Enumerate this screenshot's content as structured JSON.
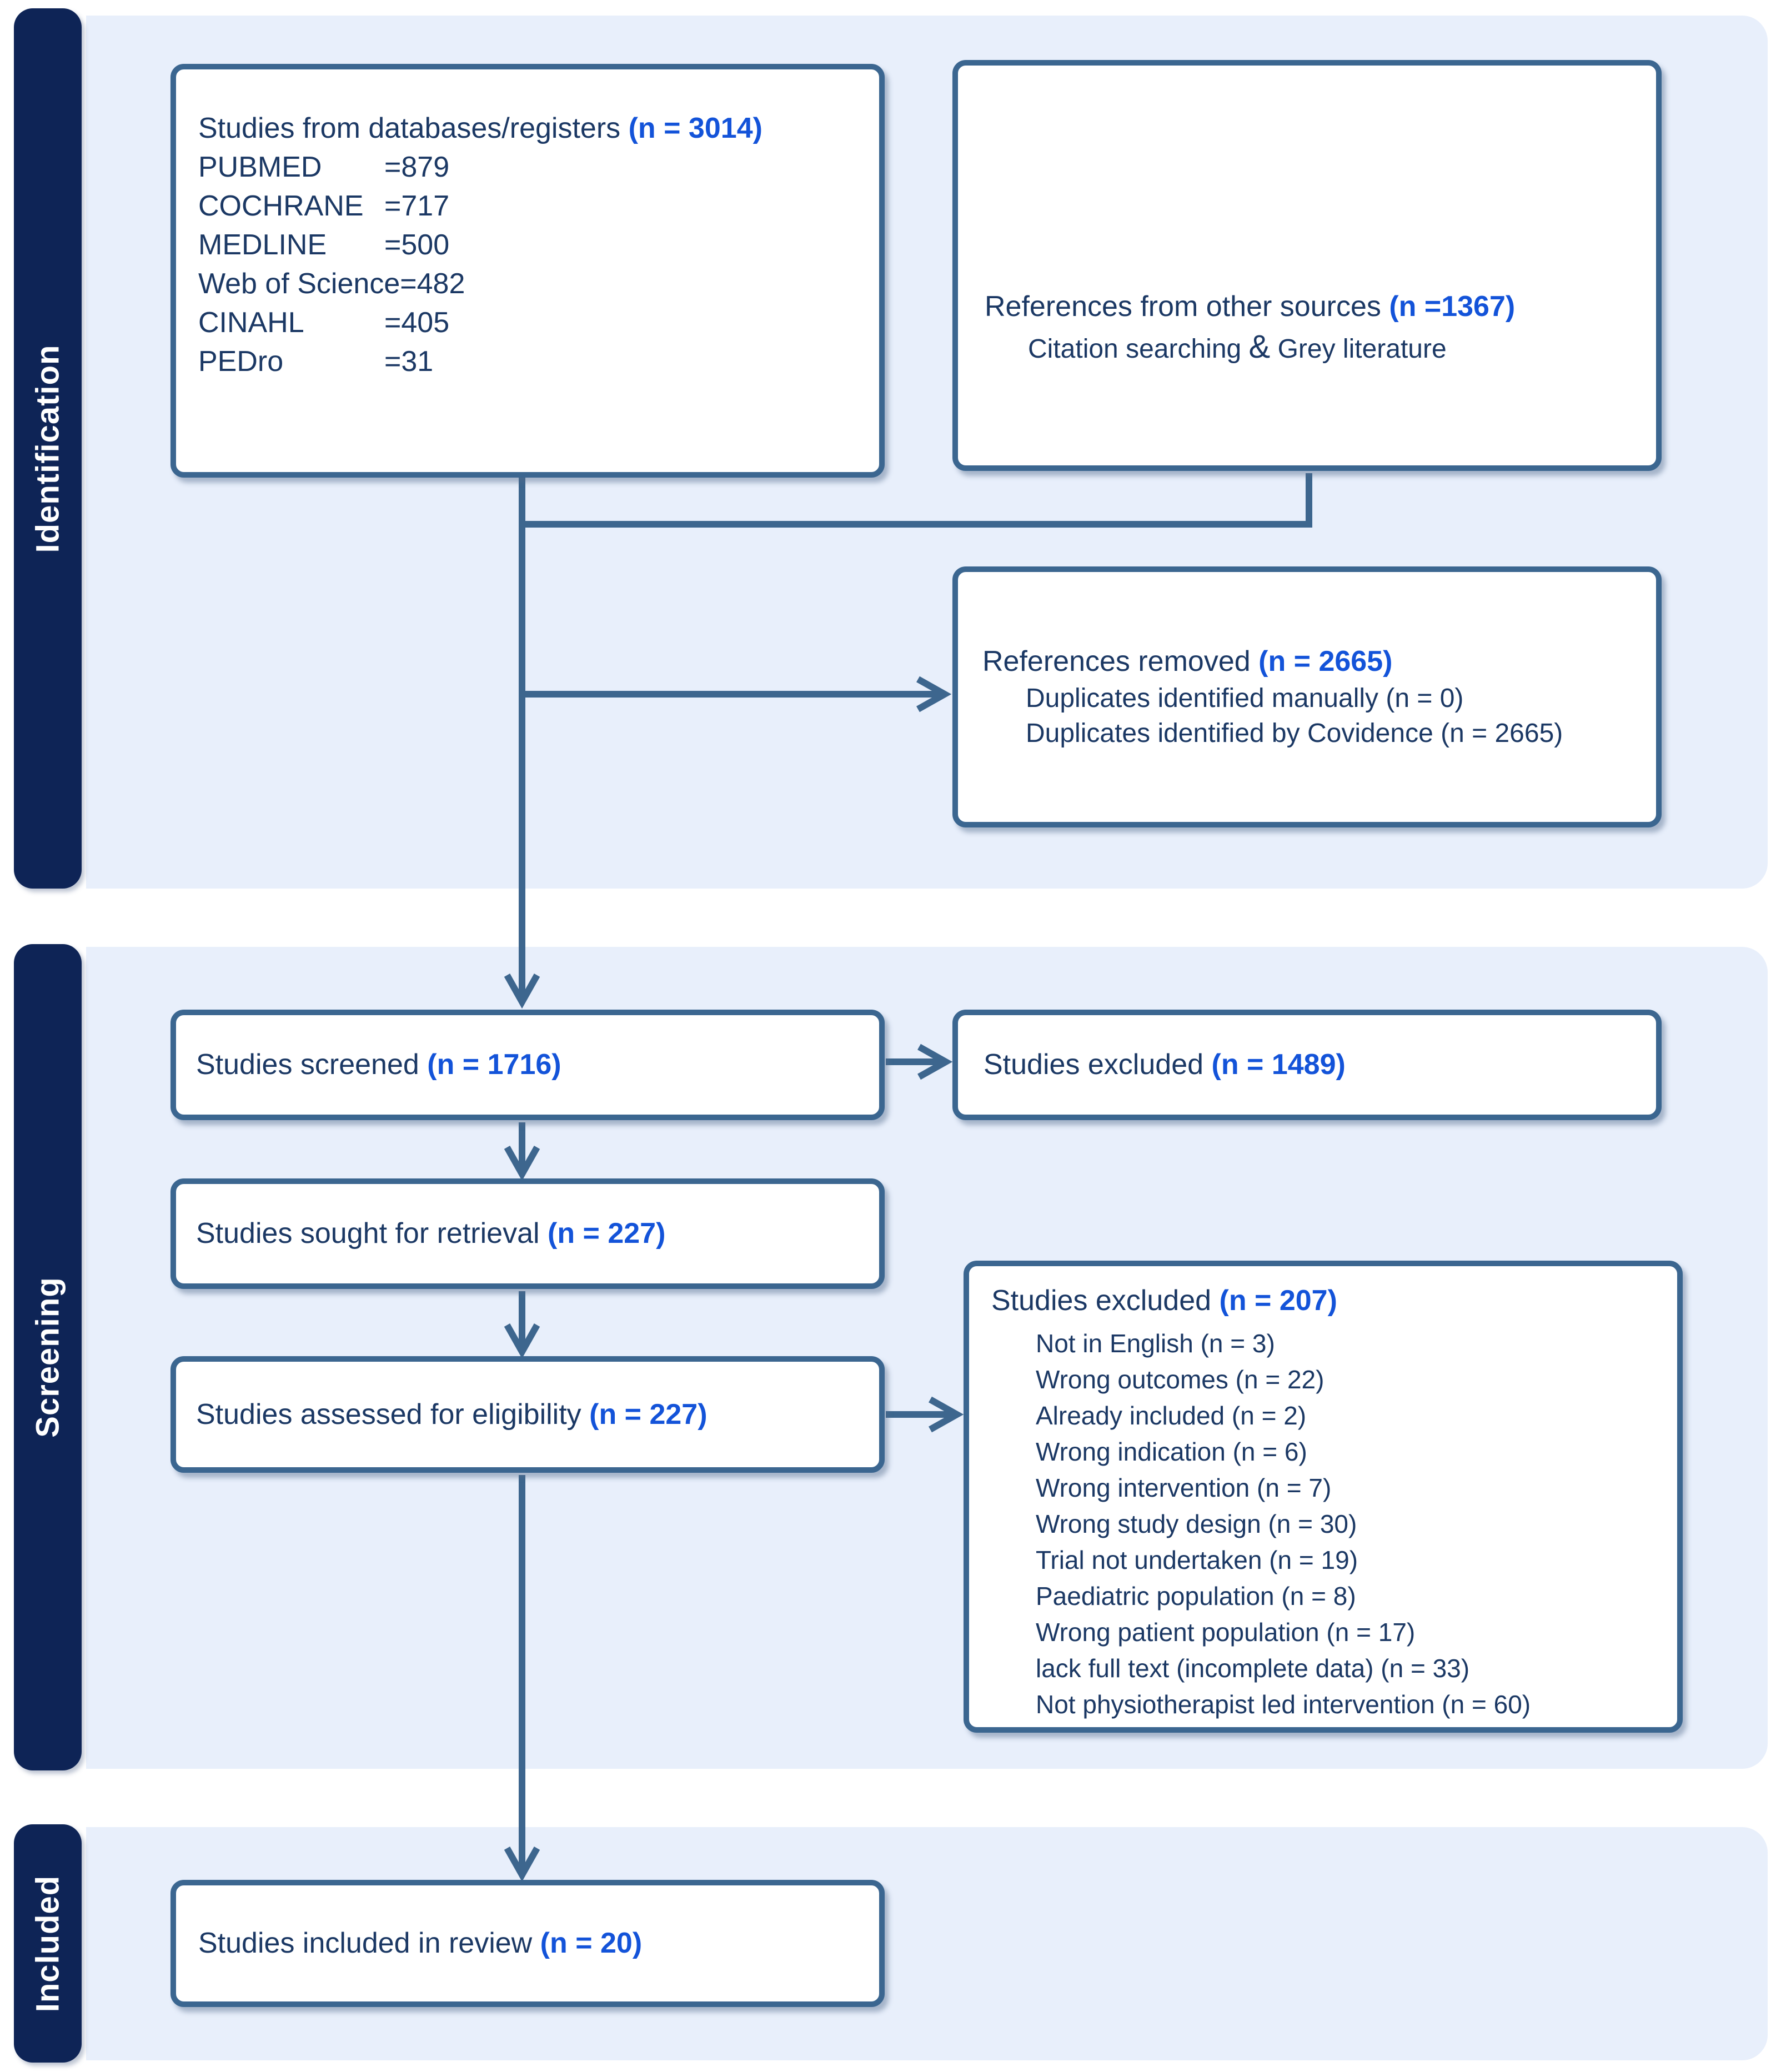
{
  "sidebar": {
    "identification": "Identification",
    "screening": "Screening",
    "included": "Included"
  },
  "boxes": {
    "databases": {
      "title": "Studies from databases/registers ",
      "n": "(n = 3014)",
      "rows": [
        {
          "name": "PUBMED",
          "value": "=879"
        },
        {
          "name": "COCHRANE",
          "value": "=717"
        },
        {
          "name": "MEDLINE",
          "value": "=500"
        },
        {
          "name": "Web of Science",
          "value": "=482"
        },
        {
          "name": "CINAHL",
          "value": "=405"
        },
        {
          "name": "PEDro",
          "value": "=31"
        }
      ]
    },
    "other_sources": {
      "title": "References from other sources ",
      "n": "(n =1367)",
      "line_pre": "Citation searching ",
      "line_amp": "&",
      "line_post": " Grey literature"
    },
    "references_removed": {
      "title": "References removed ",
      "n": "(n = 2665)",
      "lines": [
        "Duplicates identified manually (n = 0)",
        "Duplicates identified by Covidence (n = 2665)"
      ]
    },
    "screened": {
      "title": "Studies screened ",
      "n": "(n = 1716)"
    },
    "excluded_screening": {
      "title": "Studies excluded ",
      "n": "(n = 1489)"
    },
    "sought": {
      "title": "Studies sought for retrieval ",
      "n": "(n = 227)"
    },
    "assessed": {
      "title": "Studies assessed for eligibility ",
      "n": "(n = 227)"
    },
    "excluded_eligibility": {
      "title": "Studies excluded ",
      "n": "(n = 207)",
      "reasons": [
        "Not in English (n = 3)",
        "Wrong outcomes (n = 22)",
        "Already included (n = 2)",
        "Wrong indication (n = 6)",
        "Wrong intervention (n = 7)",
        "Wrong study design (n = 30)",
        "Trial not undertaken (n = 19)",
        "Paediatric population (n = 8)",
        "Wrong patient population (n = 17)",
        "lack full text (incomplete data) (n = 33)",
        "Not physiotherapist led intervention (n = 60)"
      ]
    },
    "included_review": {
      "title": "Studies included in review ",
      "n": "(n = 20)"
    }
  },
  "colors": {
    "sidebar_navy": "#0e2456",
    "band_blue": "#e8effb",
    "box_border": "#3b6690",
    "connector": "#3d668e",
    "text_navy": "#1b3864",
    "accent_blue": "#1353d9"
  }
}
